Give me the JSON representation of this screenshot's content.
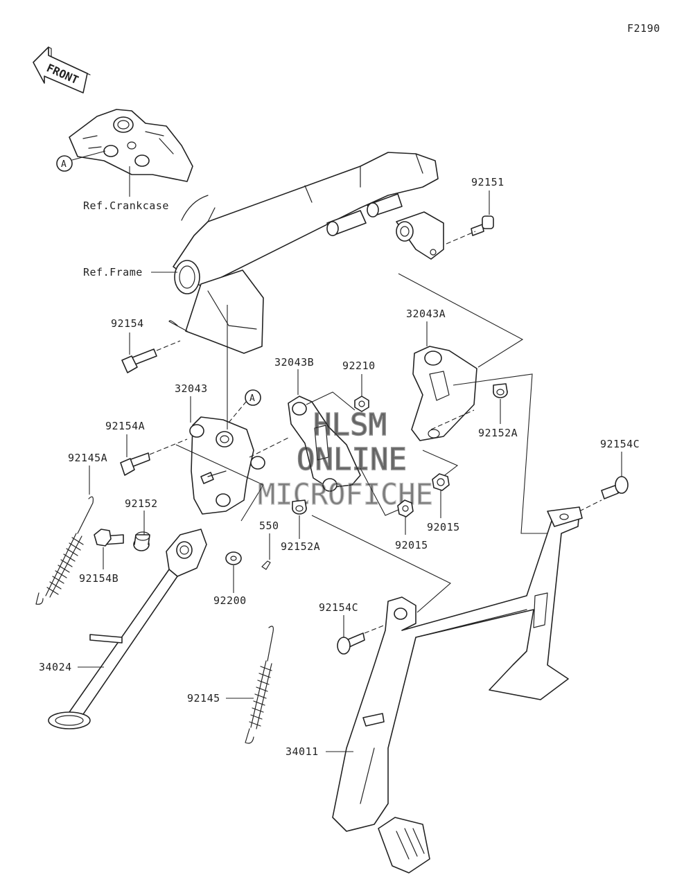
{
  "diagram": {
    "code": "F2190",
    "front_label": "FRONT",
    "ref_crankcase": "Ref.Crankcase",
    "ref_frame": "Ref.Frame",
    "ref_marker": "A",
    "parts": {
      "p92151": "92151",
      "p32043A": "32043A",
      "p92154": "92154",
      "p32043B": "32043B",
      "p92210": "92210",
      "p32043": "32043",
      "p92154A": "92154A",
      "p92152A_right": "92152A",
      "p92154C_right": "92154C",
      "p92145A": "92145A",
      "p92152": "92152",
      "p550": "550",
      "p92015_upper": "92015",
      "p92015_lower": "92015",
      "p92152A_lower": "92152A",
      "p92154B": "92154B",
      "p92200": "92200",
      "p92154C_lower": "92154C",
      "p34024": "34024",
      "p92145": "92145",
      "p34011": "34011"
    }
  },
  "watermark": {
    "line1": "HLSM",
    "line2": "ONLINE",
    "line3": "MICROFICHE"
  }
}
